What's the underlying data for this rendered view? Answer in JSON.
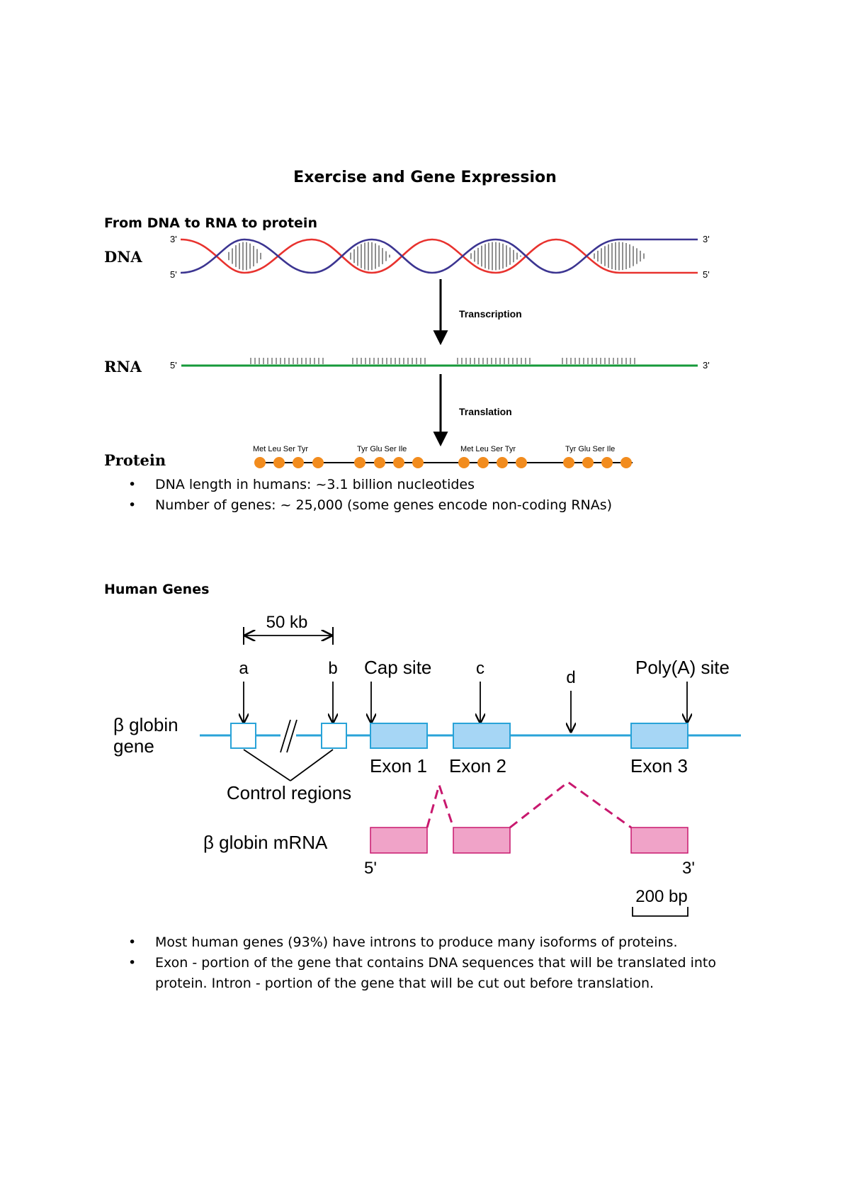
{
  "page": {
    "title": "Exercise and Gene Expression"
  },
  "section1": {
    "heading": "From DNA to RNA to protein",
    "figure": {
      "dna_label": "DNA",
      "rna_label": "RNA",
      "protein_label": "Protein",
      "dna_top_left": "3'",
      "dna_bottom_left": "5'",
      "dna_top_right": "3'",
      "dna_bottom_right": "5'",
      "rna_left": "5'",
      "rna_right": "3'",
      "transcription": "Transcription",
      "translation": "Translation",
      "aa_group1": "Met  Leu  Ser  Tyr",
      "aa_group2": "Tyr  Glu  Ser  Ile",
      "aa_group3": "Met  Leu  Ser  Tyr",
      "aa_group4": "Tyr  Glu  Ser  Ile",
      "colors": {
        "strand_a": "#e8322e",
        "strand_b": "#3c3591",
        "rna": "#169a3a",
        "amino_acid": "#f28c1e"
      }
    },
    "bullets": [
      "DNA length in humans: ~3.1 billion nucleotides",
      "Number of genes: ~ 25,000 (some genes encode non-coding RNAs)"
    ]
  },
  "section2": {
    "heading": "Human Genes",
    "figure": {
      "scale_top": "50 kb",
      "label_a": "a",
      "label_b": "b",
      "label_cap": "Cap site",
      "label_c": "c",
      "label_d": "d",
      "label_polya": "Poly(A) site",
      "gene_label_line1": "β globin",
      "gene_label_line2": "gene",
      "exon1": "Exon 1",
      "exon2": "Exon 2",
      "exon3": "Exon 3",
      "control_regions": "Control regions",
      "mrna_label": "β globin mRNA",
      "five_prime": "5'",
      "three_prime": "3'",
      "scale_bottom": "200 bp",
      "colors": {
        "gene_line": "#29a3d8",
        "exon_fill": "#a6d6f5",
        "mrna_fill": "#f0a3c8",
        "splice": "#c8186e"
      }
    },
    "bullets": [
      "Most human genes (93%) have introns to produce many isoforms of proteins.",
      "Exon - portion of the gene that contains DNA sequences that will be translated into protein. Intron - portion of the gene that will be cut out before translation."
    ]
  }
}
